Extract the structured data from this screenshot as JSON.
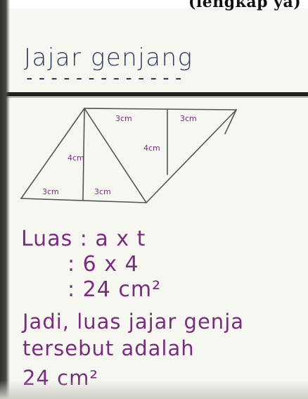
{
  "header": {
    "cut_text": "(lengkap ya)"
  },
  "title": {
    "text": "Jajar genjang",
    "underline": "-------------"
  },
  "diagram": {
    "labels": {
      "top_left": "3cm",
      "top_right": "3cm",
      "height_left": "4cm",
      "height_right": "4cm",
      "bottom_left": "3cm",
      "bottom_right": "3cm"
    }
  },
  "calculation": {
    "line1": "Luas : a x t",
    "line2": ": 6 x 4",
    "line3": ": 24 cm²"
  },
  "conclusion": {
    "line1": "Jadi, luas jajar genja",
    "line2": "tersebut adalah",
    "line3": "24 cm²"
  },
  "colors": {
    "ink": "#7a2c7e",
    "pencil": "#555555",
    "title_ink": "#2f3960",
    "paper": "#f7f7f2"
  }
}
